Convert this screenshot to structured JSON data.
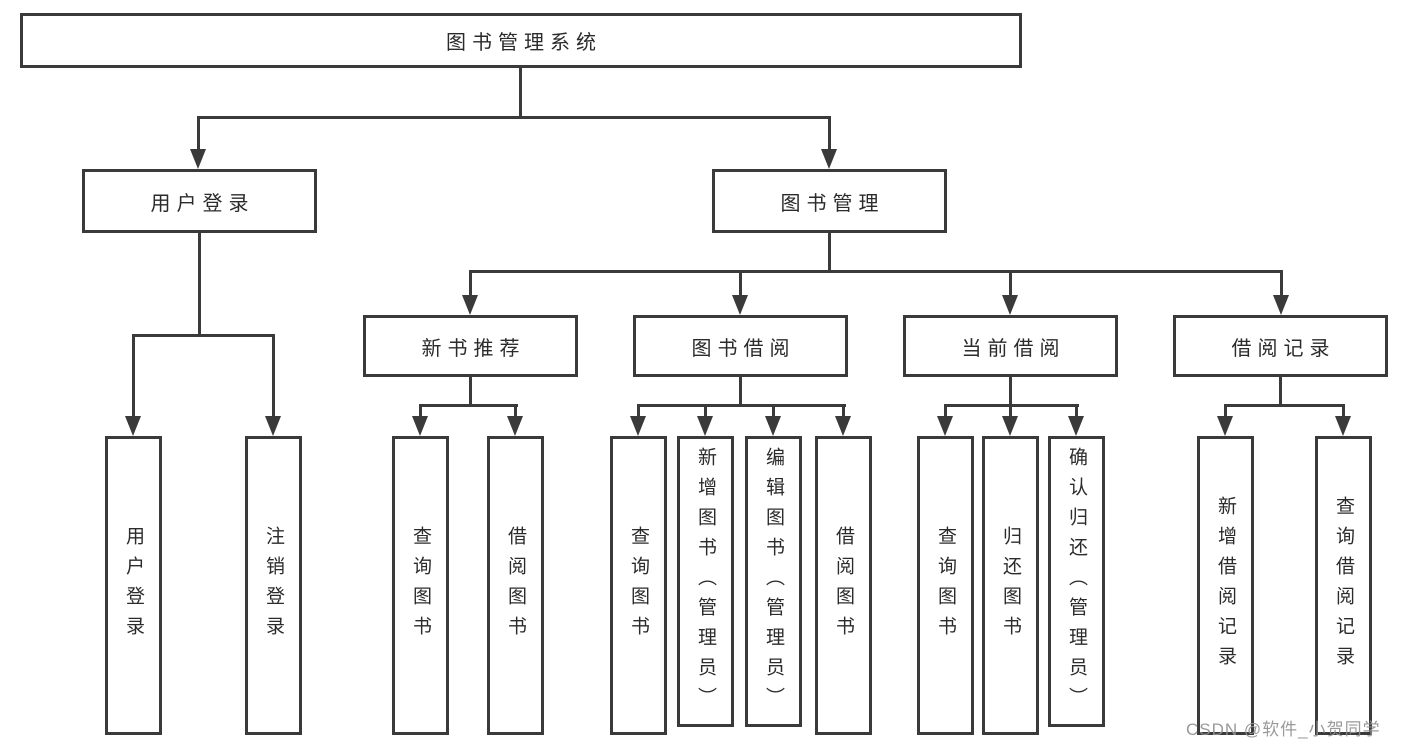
{
  "diagram": {
    "title": "图书管理系统",
    "line_color": "#3a3a3a",
    "background_color": "#ffffff",
    "tree": {
      "root": {
        "label": "图书管理系统",
        "children": [
          {
            "label": "用户登录",
            "children": [
              {
                "label": "用户登录"
              },
              {
                "label": "注销登录"
              }
            ]
          },
          {
            "label": "图书管理",
            "children": [
              {
                "label": "新书推荐",
                "children": [
                  {
                    "label": "查询图书"
                  },
                  {
                    "label": "借阅图书"
                  }
                ]
              },
              {
                "label": "图书借阅",
                "children": [
                  {
                    "label": "查询图书"
                  },
                  {
                    "label": "新增图书（管理员）"
                  },
                  {
                    "label": "编辑图书（管理员）"
                  },
                  {
                    "label": "借阅图书"
                  }
                ]
              },
              {
                "label": "当前借阅",
                "children": [
                  {
                    "label": "查询图书"
                  },
                  {
                    "label": "归还图书"
                  },
                  {
                    "label": "确认归还（管理员）"
                  }
                ]
              },
              {
                "label": "借阅记录",
                "children": [
                  {
                    "label": "新增借阅记录"
                  },
                  {
                    "label": "查询借阅记录"
                  }
                ]
              }
            ]
          }
        ]
      }
    }
  },
  "watermark": {
    "text": "CSDN @软件_小贺同学"
  }
}
